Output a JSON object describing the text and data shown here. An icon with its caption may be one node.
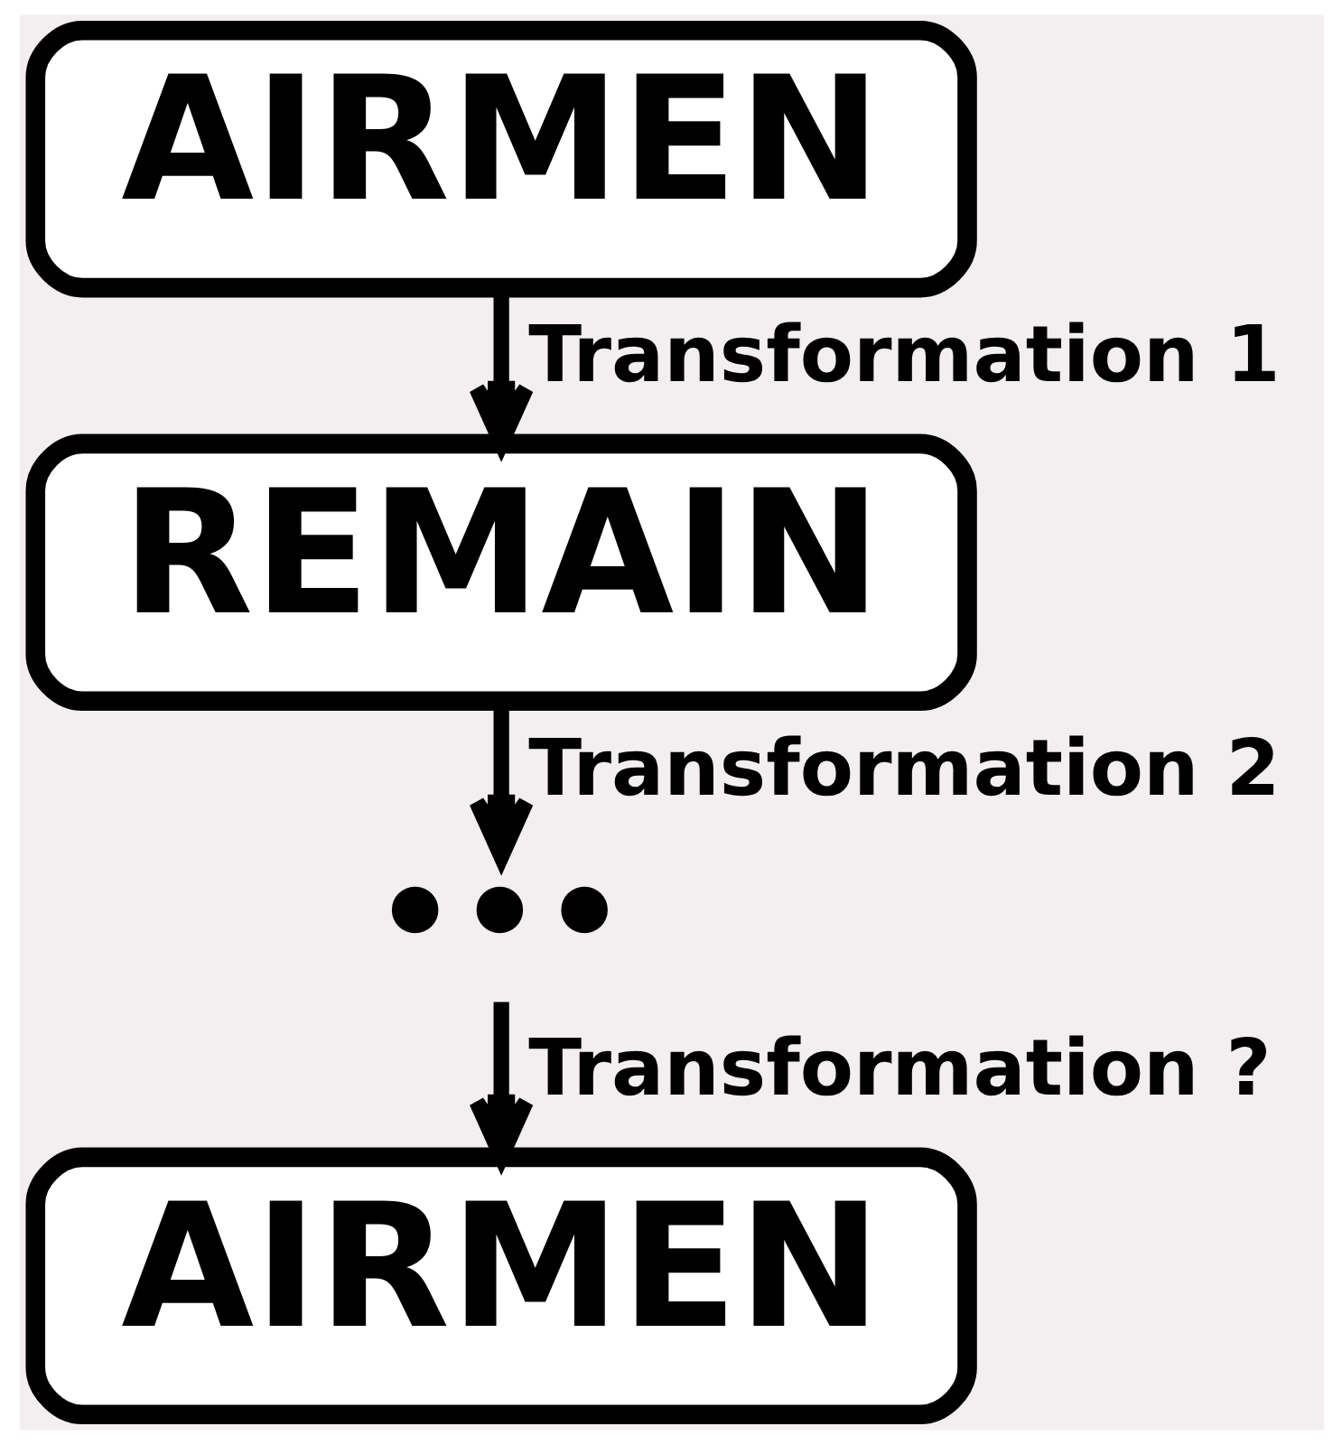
{
  "diagram": {
    "nodes": [
      {
        "text": [
          "AIRMEN"
        ]
      },
      {
        "text": [
          "REMAIN"
        ]
      },
      {
        "text": [
          "•••"
        ]
      },
      {
        "text": [
          "AIRMEN"
        ]
      }
    ],
    "edges": [
      {
        "from": 0,
        "to": 1,
        "arrow": "to",
        "label": "Transformation 1"
      },
      {
        "from": 1,
        "to": 2,
        "arrow": "to",
        "label": "Transformation 2"
      },
      {
        "from": 2,
        "to": 3,
        "arrow": "to",
        "label": "Transformation ?"
      }
    ]
  }
}
